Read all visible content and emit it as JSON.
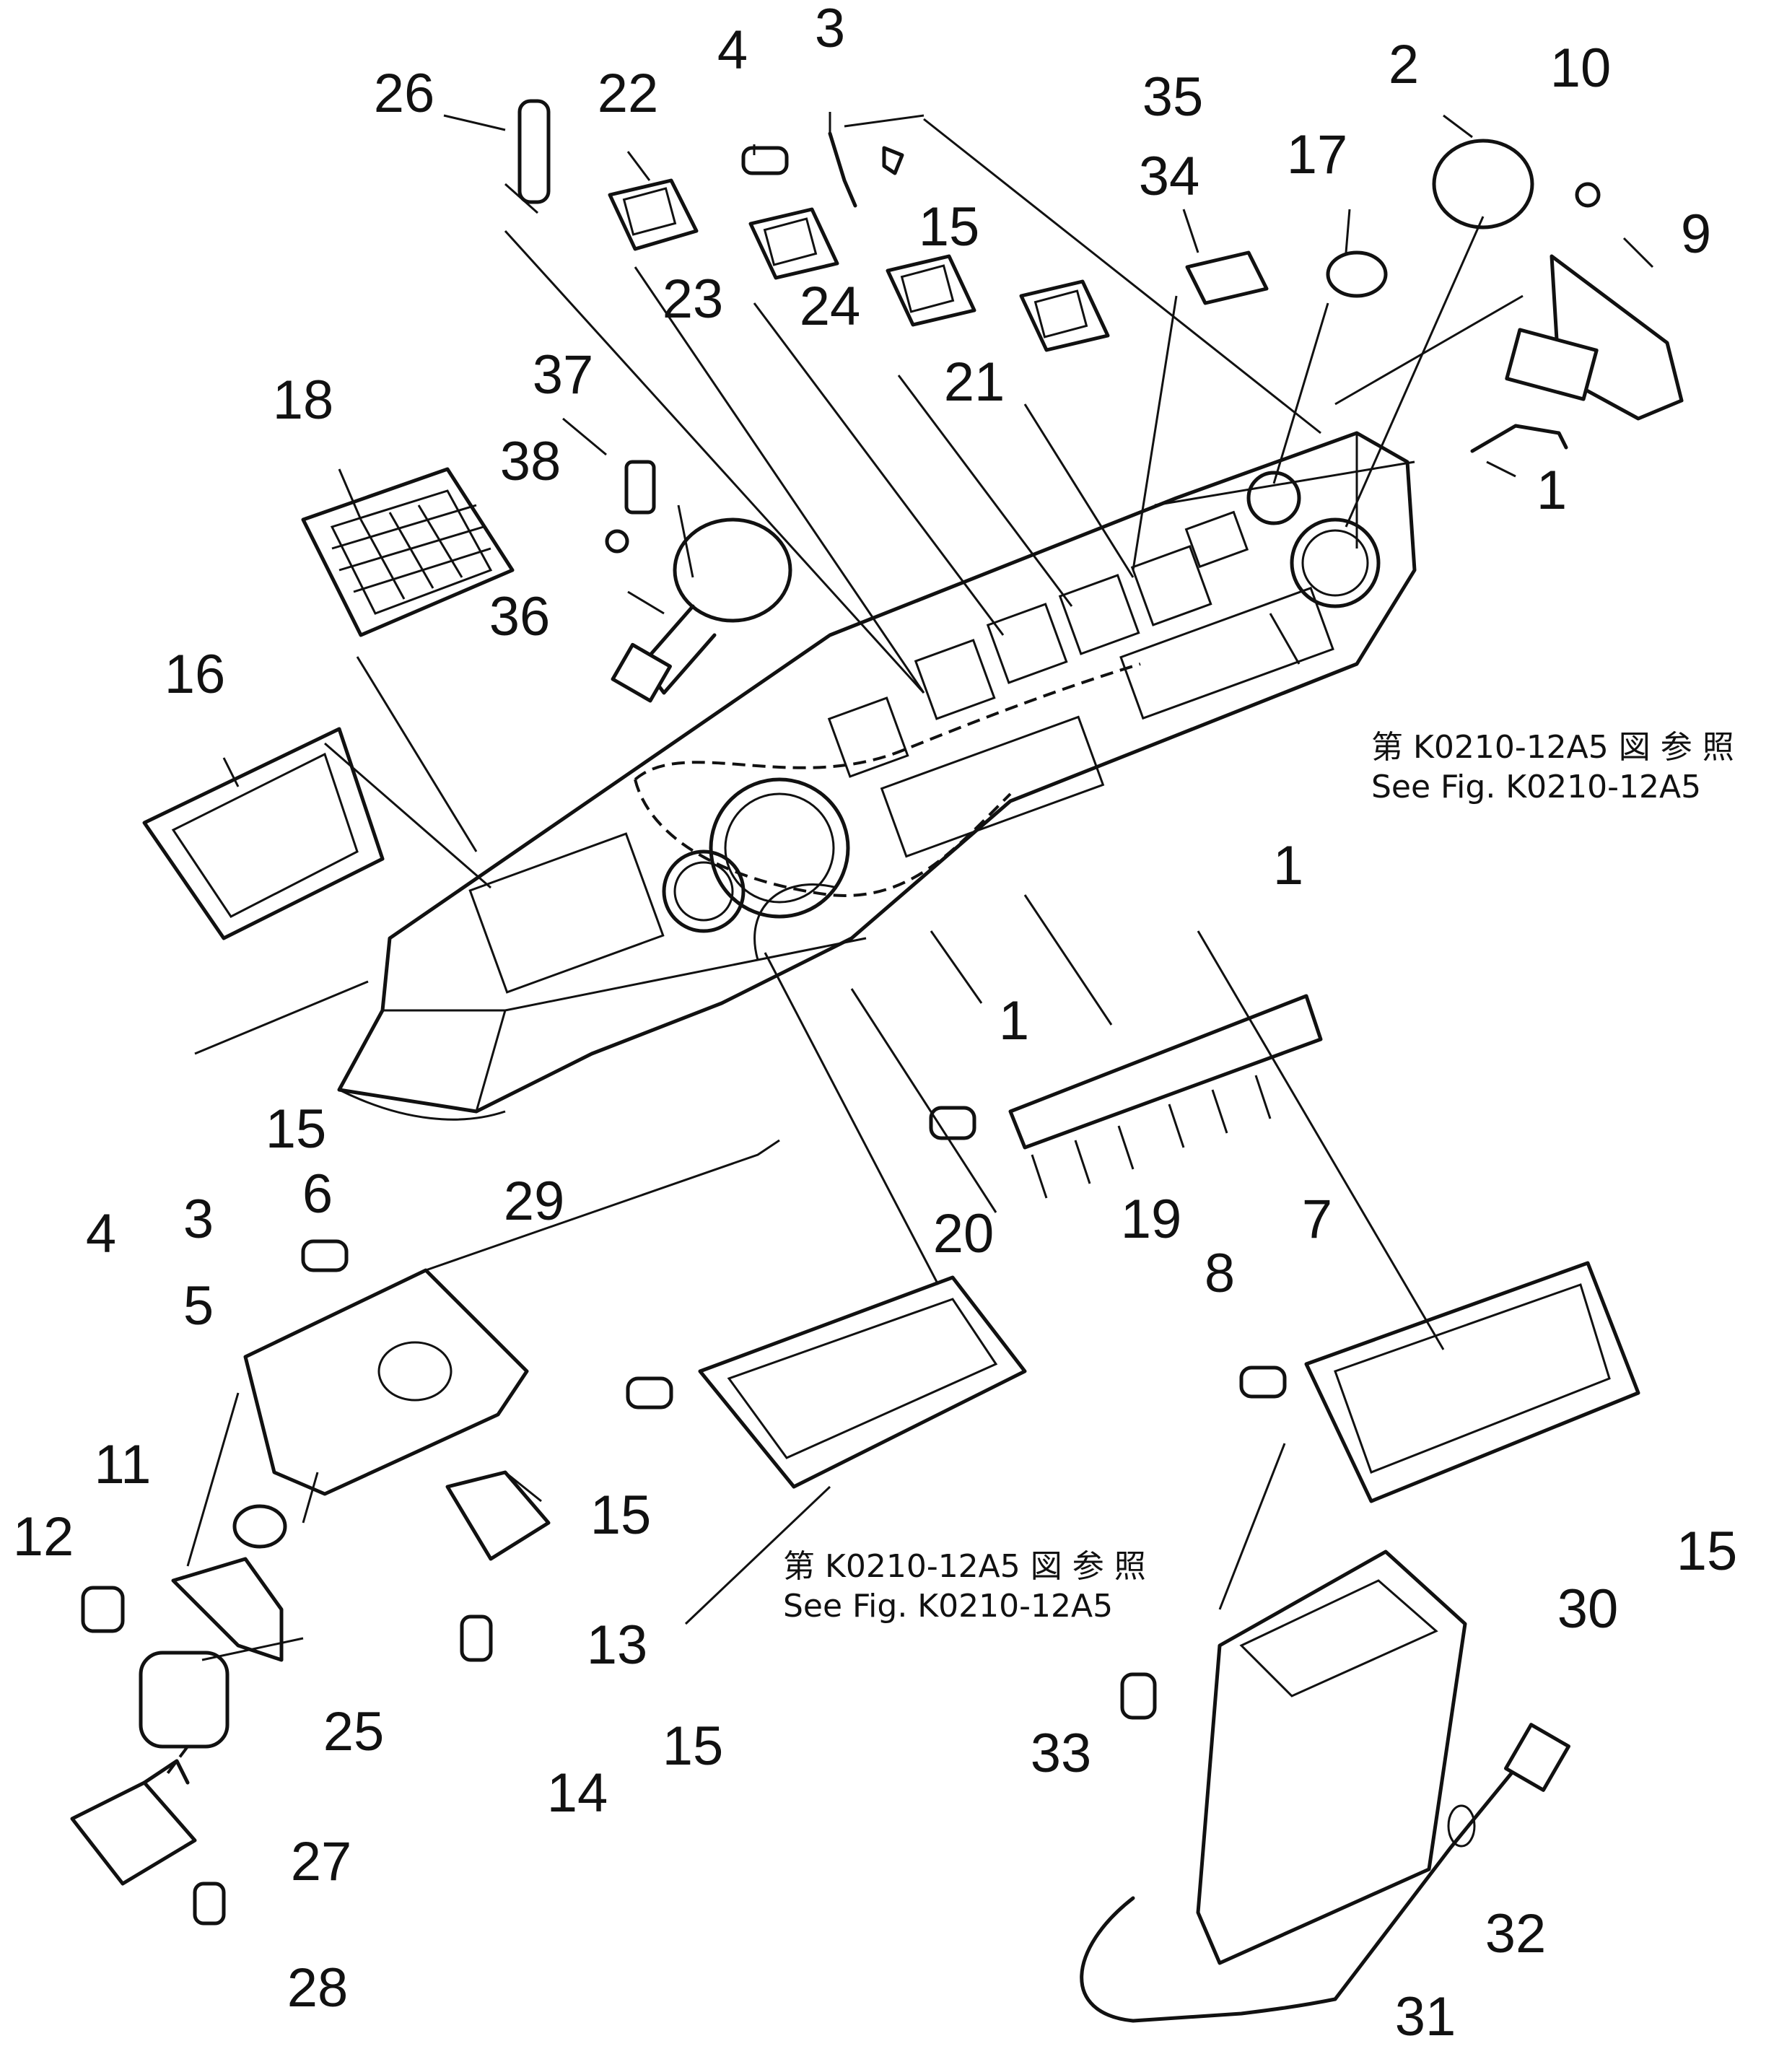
{
  "callouts": {
    "c1a": "1",
    "c1b": "1",
    "c1c": "1",
    "c2": "2",
    "c3a": "3",
    "c3b": "3",
    "c4a": "4",
    "c4b": "4",
    "c5": "5",
    "c6": "6",
    "c7": "7",
    "c8": "8",
    "c9": "9",
    "c10": "10",
    "c11": "11",
    "c12": "12",
    "c13": "13",
    "c14": "14",
    "c15a": "15",
    "c15b": "15",
    "c15c": "15",
    "c15d": "15",
    "c15e": "15",
    "c16": "16",
    "c17": "17",
    "c18": "18",
    "c19": "19",
    "c20": "20",
    "c21": "21",
    "c22": "22",
    "c23": "23",
    "c24": "24",
    "c25": "25",
    "c26": "26",
    "c27": "27",
    "c28": "28",
    "c29": "29",
    "c30": "30",
    "c31": "31",
    "c32": "32",
    "c33": "33",
    "c34": "34",
    "c35": "35",
    "c36": "36",
    "c37": "37",
    "c38": "38"
  },
  "references": {
    "top_jp": "第 K0210-12A5 図 参 照",
    "top_en": "See Fig. K0210-12A5",
    "bottom_jp": "第 K0210-12A5 図 参 照",
    "bottom_en": "See Fig. K0210-12A5"
  }
}
